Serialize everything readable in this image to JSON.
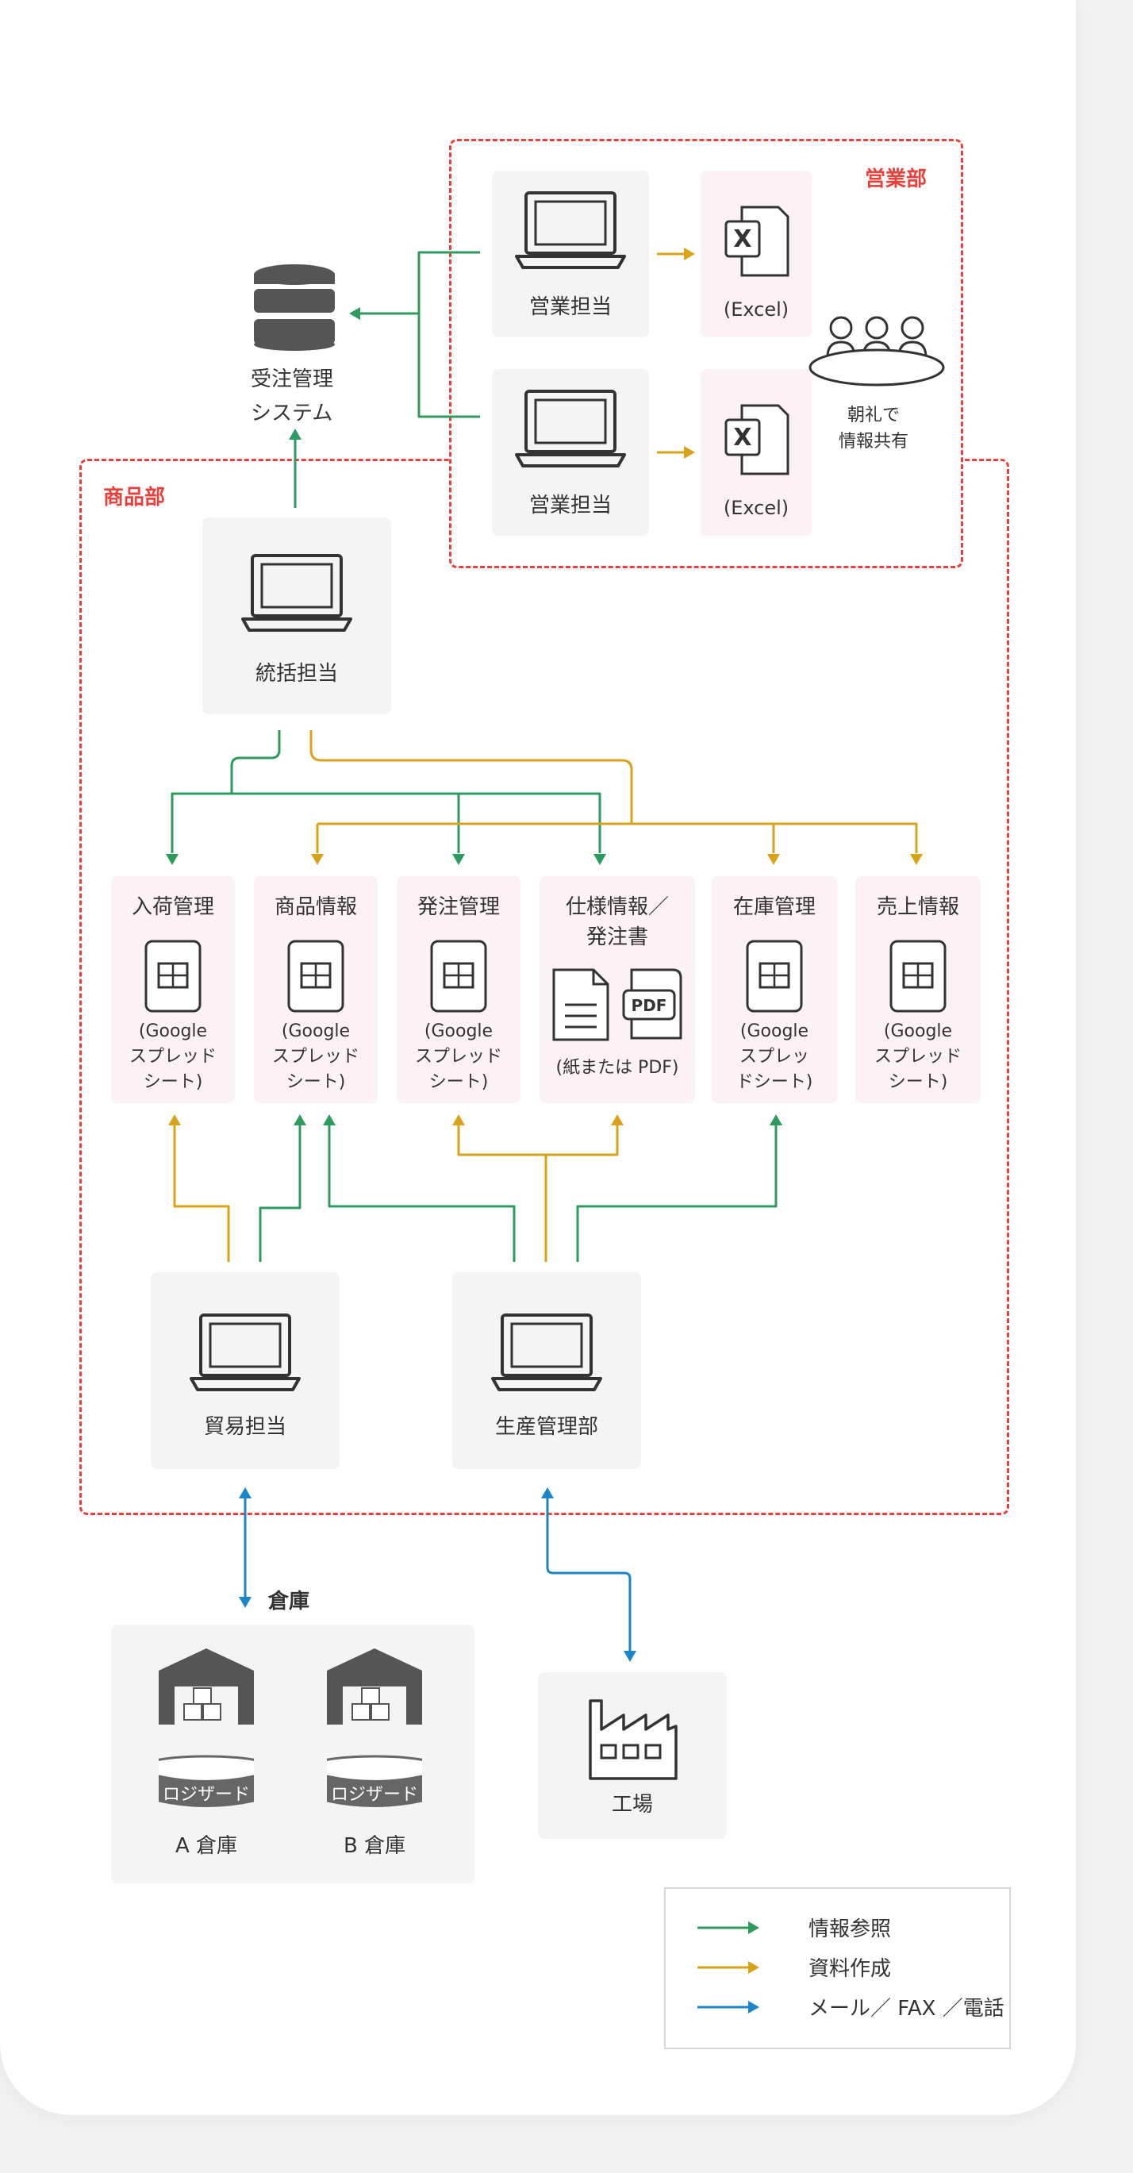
{
  "depts": {
    "sales": "営業部",
    "product": "商品部"
  },
  "nodes": {
    "order_system": [
      "受注管理",
      "システム"
    ],
    "sales_rep_1": "営業担当",
    "sales_rep_2": "営業担当",
    "excel_1": "(Excel)",
    "excel_2": "(Excel)",
    "meeting": [
      "朝礼で",
      "情報共有"
    ],
    "supervisor": "統括担当",
    "trade": "貿易担当",
    "production": "生産管理部",
    "warehouse_heading": "倉庫",
    "warehouse_a": "A 倉庫",
    "warehouse_b": "B 倉庫",
    "logizard_a": "ロジザード",
    "logizard_b": "ロジザード",
    "factory": "工場"
  },
  "docs": [
    {
      "title": [
        "入荷管理"
      ],
      "caption": [
        "(Google",
        "スプレッド",
        "シート)"
      ]
    },
    {
      "title": [
        "商品情報"
      ],
      "caption": [
        "(Google",
        "スプレッド",
        "シート)"
      ]
    },
    {
      "title": [
        "発注管理"
      ],
      "caption": [
        "(Google",
        "スプレッド",
        "シート)"
      ]
    },
    {
      "title": [
        "仕様情報／",
        "発注書"
      ],
      "caption": [
        "(紙または PDF)"
      ]
    },
    {
      "title": [
        "在庫管理"
      ],
      "caption": [
        "(Google",
        "スプレッ",
        "ドシート)"
      ]
    },
    {
      "title": [
        "売上情報"
      ],
      "caption": [
        "(Google",
        "スプレッド",
        "シート)"
      ]
    }
  ],
  "icons": {
    "excel": "X",
    "pdf": "PDF"
  },
  "legend": [
    {
      "label": "情報参照",
      "color": "#2e9b5e"
    },
    {
      "label": "資料作成",
      "color": "#d9a21b"
    },
    {
      "label": "メール／ FAX ／電話",
      "color": "#1a86c8"
    }
  ],
  "colors": {
    "green": "#2e9b5e",
    "gold": "#d9a21b",
    "blue": "#1a86c8",
    "red": "#e8413b"
  }
}
